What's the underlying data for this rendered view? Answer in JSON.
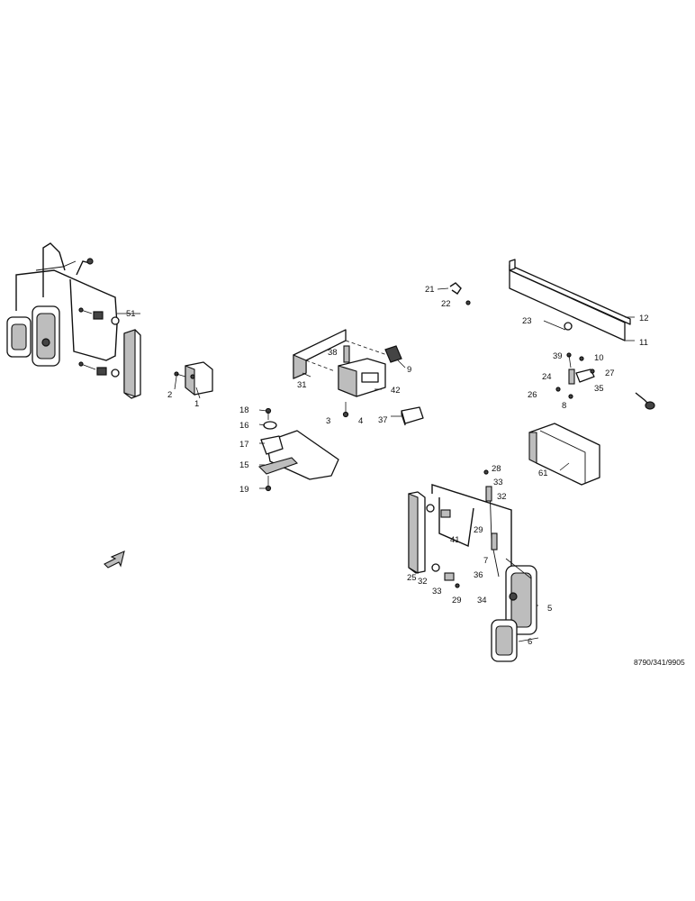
{
  "drawing": {
    "number": "8790/341/9905"
  },
  "callouts": [
    "1",
    "2",
    "3",
    "4",
    "5",
    "6",
    "7",
    "8",
    "9",
    "10",
    "11",
    "12",
    "15",
    "16",
    "17",
    "18",
    "19",
    "21",
    "22",
    "23",
    "24",
    "25",
    "26",
    "27",
    "28",
    "29",
    "29",
    "31",
    "32",
    "32",
    "33",
    "33",
    "34",
    "35",
    "36",
    "37",
    "38",
    "39",
    "41",
    "42",
    "51",
    "61"
  ],
  "direction_indicator": "front-arrow"
}
